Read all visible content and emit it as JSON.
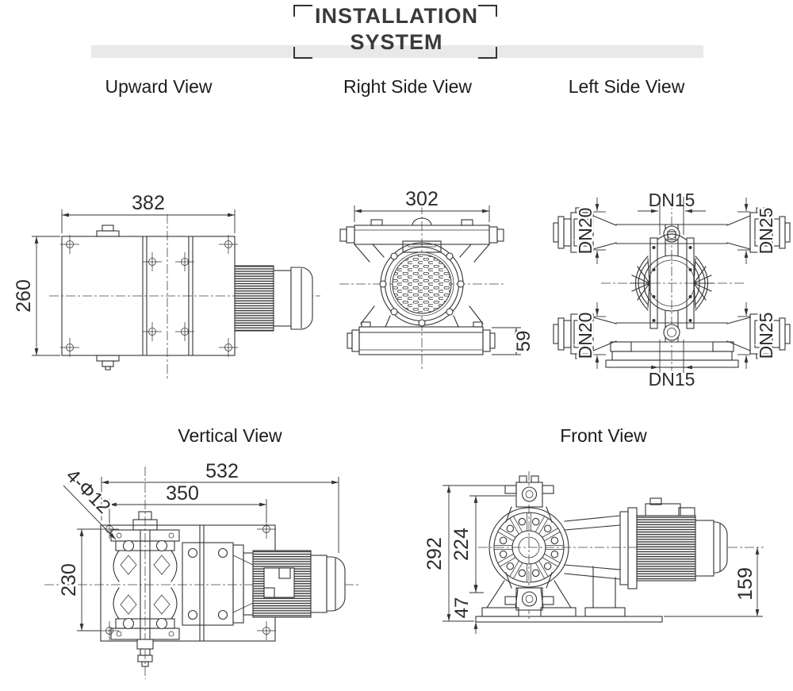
{
  "title": {
    "line1": "INSTALLATION",
    "line2": "SYSTEM"
  },
  "views": {
    "upward": {
      "label": "Upward View",
      "dims": {
        "width": "382",
        "depth": "260"
      }
    },
    "right_side": {
      "label": "Right Side View",
      "dims": {
        "width": "302",
        "base_height": "59"
      }
    },
    "left_side": {
      "label": "Left Side View",
      "dims": {
        "top_center_port": "DN15",
        "bottom_center_port": "DN15",
        "top_left_port": "DN20",
        "top_right_port": "DN25",
        "bottom_left_port": "DN20",
        "bottom_right_port": "DN25"
      }
    },
    "vertical": {
      "label": "Vertical View",
      "dims": {
        "overall_length": "532",
        "bolt_spacing_x": "350",
        "bolt_spacing_y": "230",
        "mounting_holes": "4-Φ12"
      }
    },
    "front": {
      "label": "Front View",
      "dims": {
        "overall_height": "292",
        "pump_height": "224",
        "base_height": "47",
        "shaft_center_height": "159"
      }
    }
  },
  "colors": {
    "line": "#333333",
    "dimension_text": "#2b2b2b",
    "title_text": "#3a3a3a",
    "band": "#e9e9e9",
    "background": "#ffffff"
  }
}
